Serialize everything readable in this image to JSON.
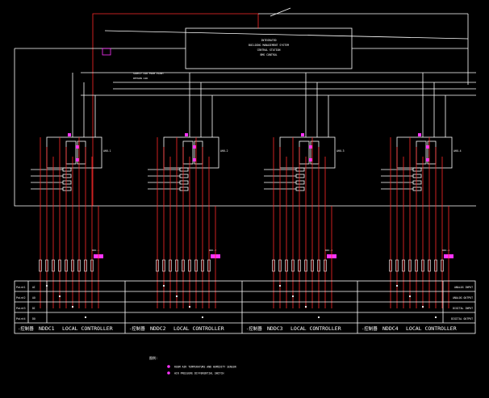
{
  "colors": {
    "background": "#000000",
    "wire": "#ffffff",
    "signal": "#ff2a2a",
    "marker": "#ff33ff",
    "text": "#ffffff"
  },
  "table": {
    "row_labels": [
      "Point1",
      "Point2",
      "Point3",
      "Point4"
    ],
    "row_counts": [
      "AI",
      "AO",
      "DI",
      "DO"
    ],
    "row_right_labels": [
      "ANALOG INPUT",
      "ANALOG OUTPUT",
      "DIGITAL INPUT",
      "DIGITAL OUTPUT"
    ],
    "controllers": [
      {
        "id": "NDDC1",
        "prefix": "-控制器",
        "label": "LOCAL CONTROLLER"
      },
      {
        "id": "NDDC2",
        "prefix": "-控制器",
        "label": "LOCAL CONTROLLER"
      },
      {
        "id": "NDDC3",
        "prefix": "-控制器",
        "label": "LOCAL CONTROLLER"
      },
      {
        "id": "NDDC4",
        "prefix": "-控制器",
        "label": "LOCAL CONTROLLER"
      }
    ]
  },
  "units": [
    {
      "tag": "AHU-1",
      "ddc": "DDC-1"
    },
    {
      "tag": "AHU-2",
      "ddc": "DDC-2"
    },
    {
      "tag": "AHU-3",
      "ddc": "DDC-3"
    },
    {
      "tag": "AHU-4",
      "ddc": "DDC-4"
    }
  ],
  "top_box_text": [
    "INTEGRATED",
    "BUILDING MANAGEMENT SYSTEM",
    "CENTRAL STATION",
    "BMS CONTROL"
  ],
  "supply_line_label": "SUPPLY AIR FROM PLANT",
  "return_line_label": "RETURN AIR",
  "legend": {
    "title": "图例:",
    "items": [
      {
        "text": "ROOM AIR TEMPERATURE AND HUMIDITY SENSOR"
      },
      {
        "text": "AIR PRESSURE DIFFERENTIAL SWITCH"
      }
    ]
  }
}
